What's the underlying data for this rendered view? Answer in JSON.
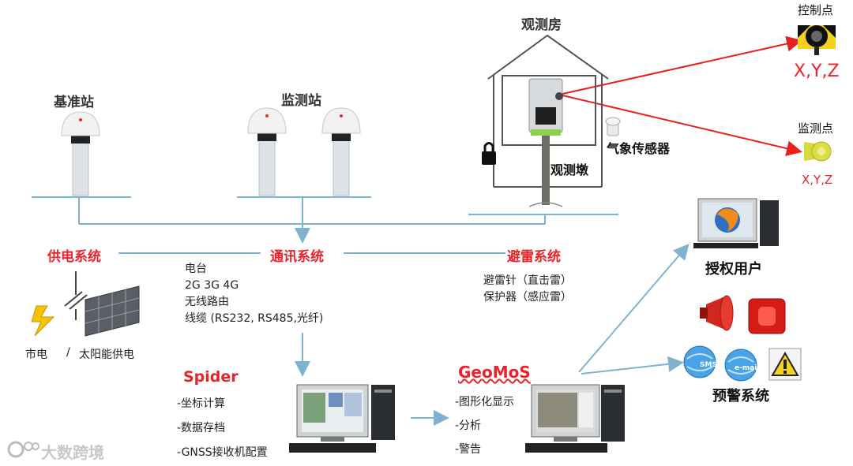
{
  "stations": {
    "base": "基准站",
    "monitor": "监测站",
    "house": "观测房",
    "pier": "观测墩",
    "weather": "气象传感器"
  },
  "targets": {
    "control_label": "控制点",
    "control_xyz": "X,Y,Z",
    "monitor_label": "监测点",
    "monitor_xyz": "X,Y,Z"
  },
  "systems": {
    "power": {
      "title": "供电系统",
      "source_city": "市电",
      "separator": "/",
      "source_solar": "太阳能供电"
    },
    "comm": {
      "title": "通讯系统",
      "items": [
        "电台",
        "2G 3G 4G",
        "无线路由",
        "线缆 (RS232, RS485,光纤)"
      ]
    },
    "lightning": {
      "title": "避雷系统",
      "items": [
        "避雷针（直击雷）",
        "保护器（感应雷）"
      ]
    }
  },
  "software": {
    "spider": {
      "name": "Spider",
      "items": [
        "-坐标计算",
        "-数据存档",
        "-GNSS接收机配置"
      ]
    },
    "geomos": {
      "name": "GeoMoS",
      "items": [
        "-图形化显示",
        "-分析",
        "-警告"
      ]
    }
  },
  "outputs": {
    "authorized_users": "授权用户",
    "alert_system": "预警系统",
    "sms": "SMS",
    "email": "e-mail"
  },
  "watermark": "大数跨境",
  "colors": {
    "line": "#7fb2d0",
    "red": "#e8242a",
    "arrow_red": "#e82020"
  }
}
